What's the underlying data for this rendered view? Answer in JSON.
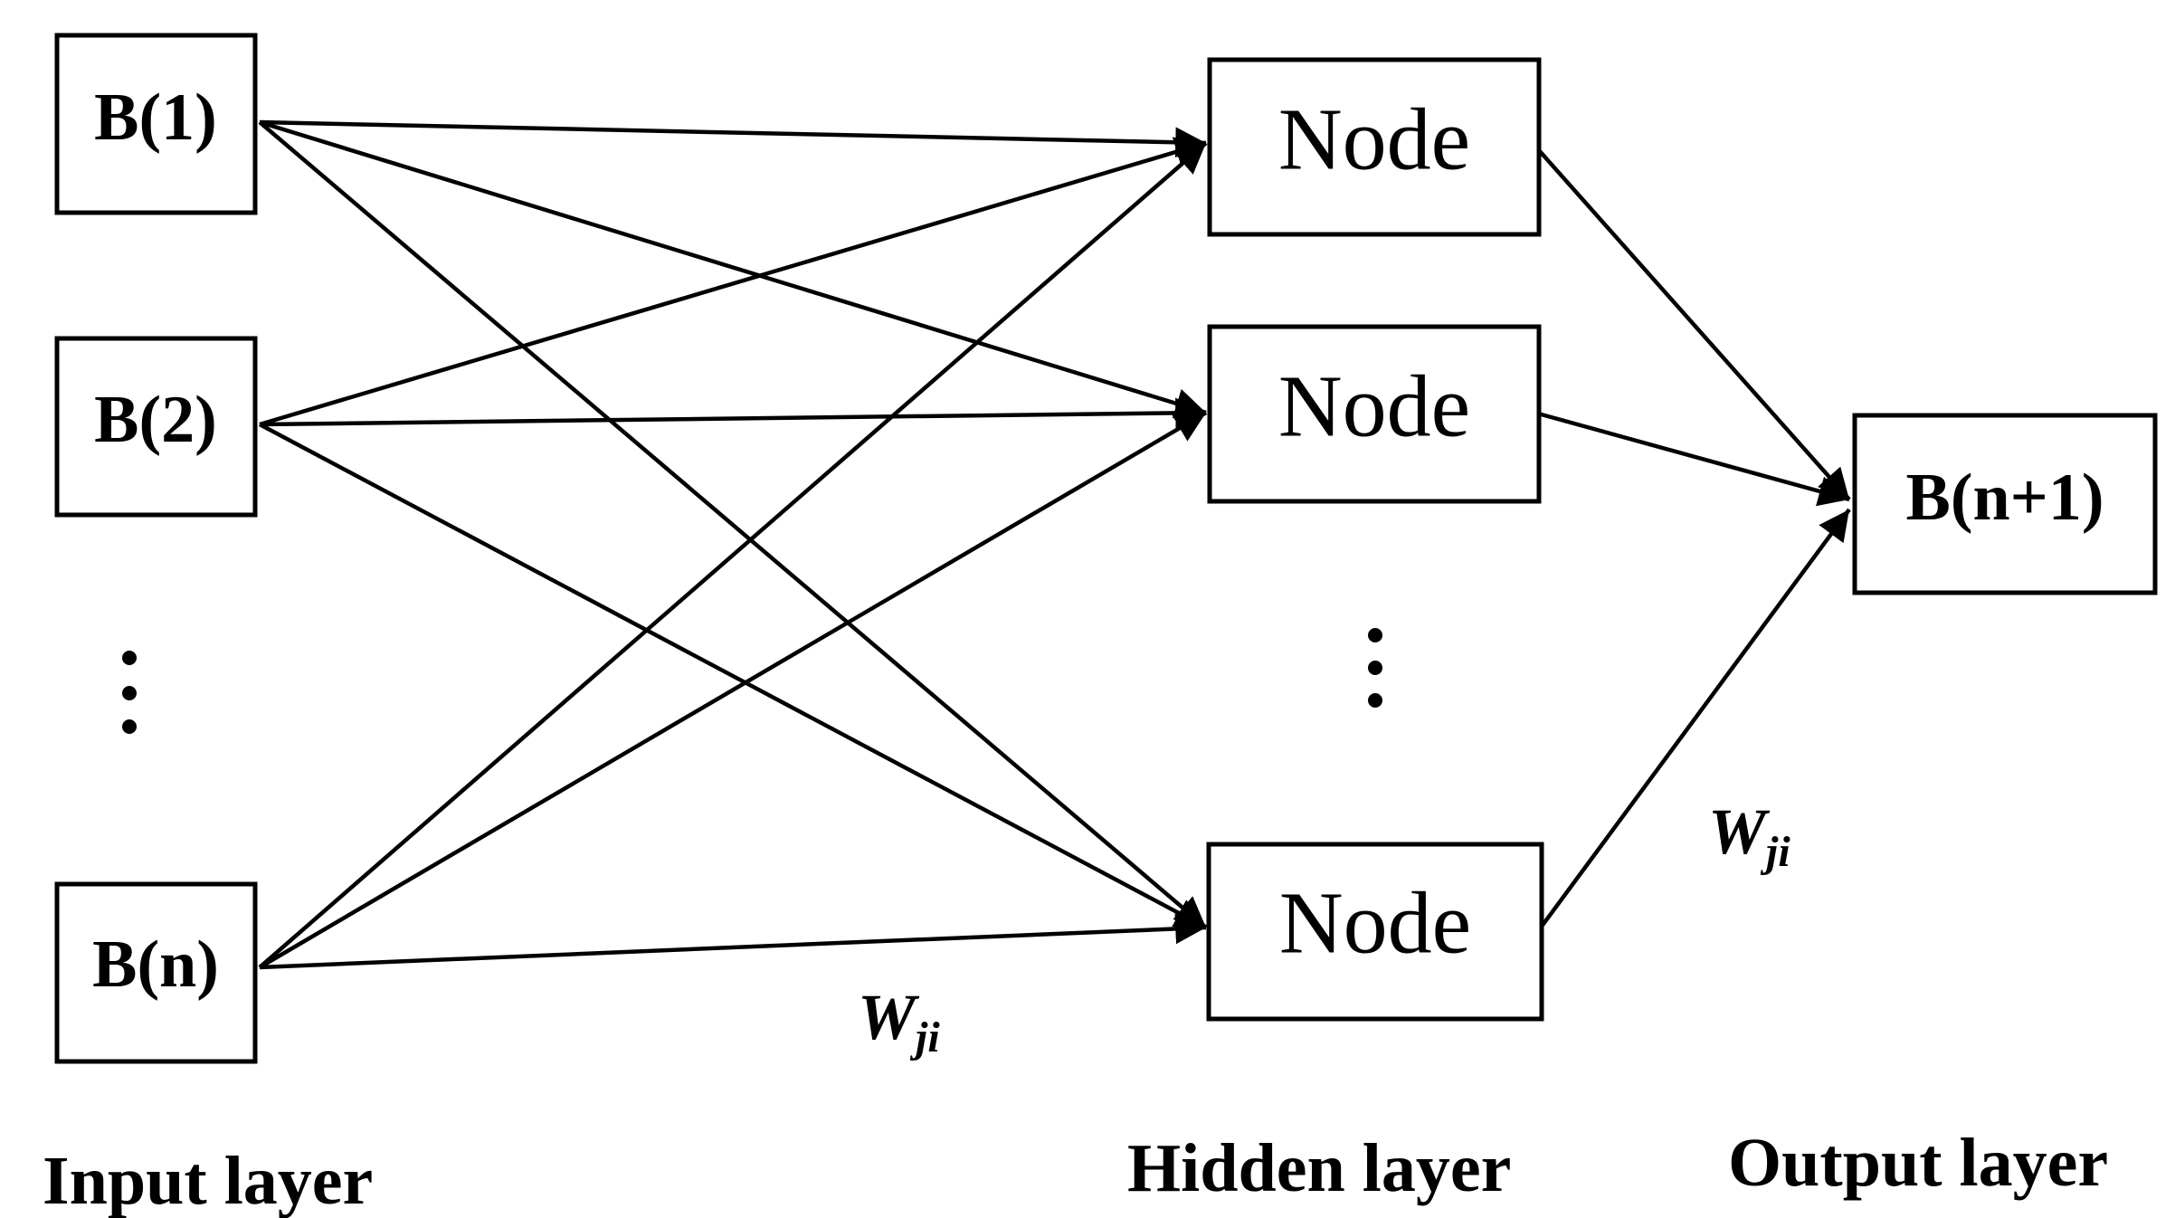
{
  "input_layer": {
    "label": "Input layer",
    "nodes": [
      "B(1)",
      "B(2)",
      "B(n)"
    ]
  },
  "hidden_layer": {
    "label": "Hidden layer",
    "nodes": [
      "Node",
      "Node",
      "Node"
    ]
  },
  "output_layer": {
    "label": "Output layer",
    "nodes": [
      "B(n+1)"
    ]
  },
  "weights": [
    {
      "symbol": "W",
      "subscript": "ji"
    },
    {
      "symbol": "W",
      "subscript": "ji"
    }
  ],
  "colors": {
    "line": "#000000",
    "background": "#ffffff"
  }
}
